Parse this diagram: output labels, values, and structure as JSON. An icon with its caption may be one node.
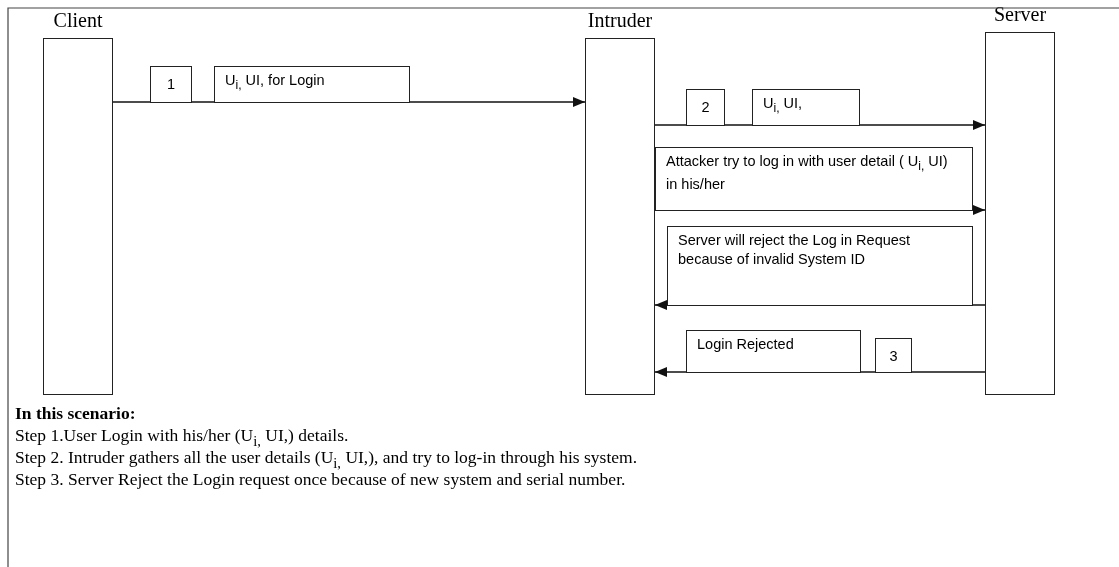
{
  "diagram": {
    "nodes": [
      {
        "text": [
          "Client"
        ]
      },
      {
        "text": [
          "Intruder"
        ]
      },
      {
        "text": [
          "Server"
        ]
      },
      {
        "text": [
          "1"
        ]
      },
      {
        "text": [
          "U$_{i,}$ UI, for Login"
        ]
      },
      {
        "text": [
          "2"
        ]
      },
      {
        "text": [
          "U$_{i,}$ UI,"
        ]
      },
      {
        "text": [
          "Attacker try to log in with user detail ( U$_{i,}$ UI) in his/her"
        ]
      },
      {
        "text": [
          "Server will reject the Log in Request because of invalid System ID"
        ]
      },
      {
        "text": [
          "Login Rejected"
        ]
      },
      {
        "text": [
          "3"
        ]
      }
    ],
    "edges": [
      {
        "from": 0,
        "to": 1,
        "arrow": "to"
      },
      {
        "from": 1,
        "to": 2,
        "arrow": "to"
      },
      {
        "from": 1,
        "to": 2,
        "arrow": "to"
      },
      {
        "from": 2,
        "to": 1,
        "arrow": "to"
      },
      {
        "from": 2,
        "to": 1,
        "arrow": "to"
      }
    ],
    "labels": [
      "In this scenario:",
      "Step 1.User Login with his/her (U$_{i,}$ UI,) details.",
      "Step 2. Intruder gathers all the user details (U$_{i,}$ UI,), and try to log-in through his system.",
      "Step 3. Server Reject the Login request once because of new system and serial number."
    ]
  }
}
